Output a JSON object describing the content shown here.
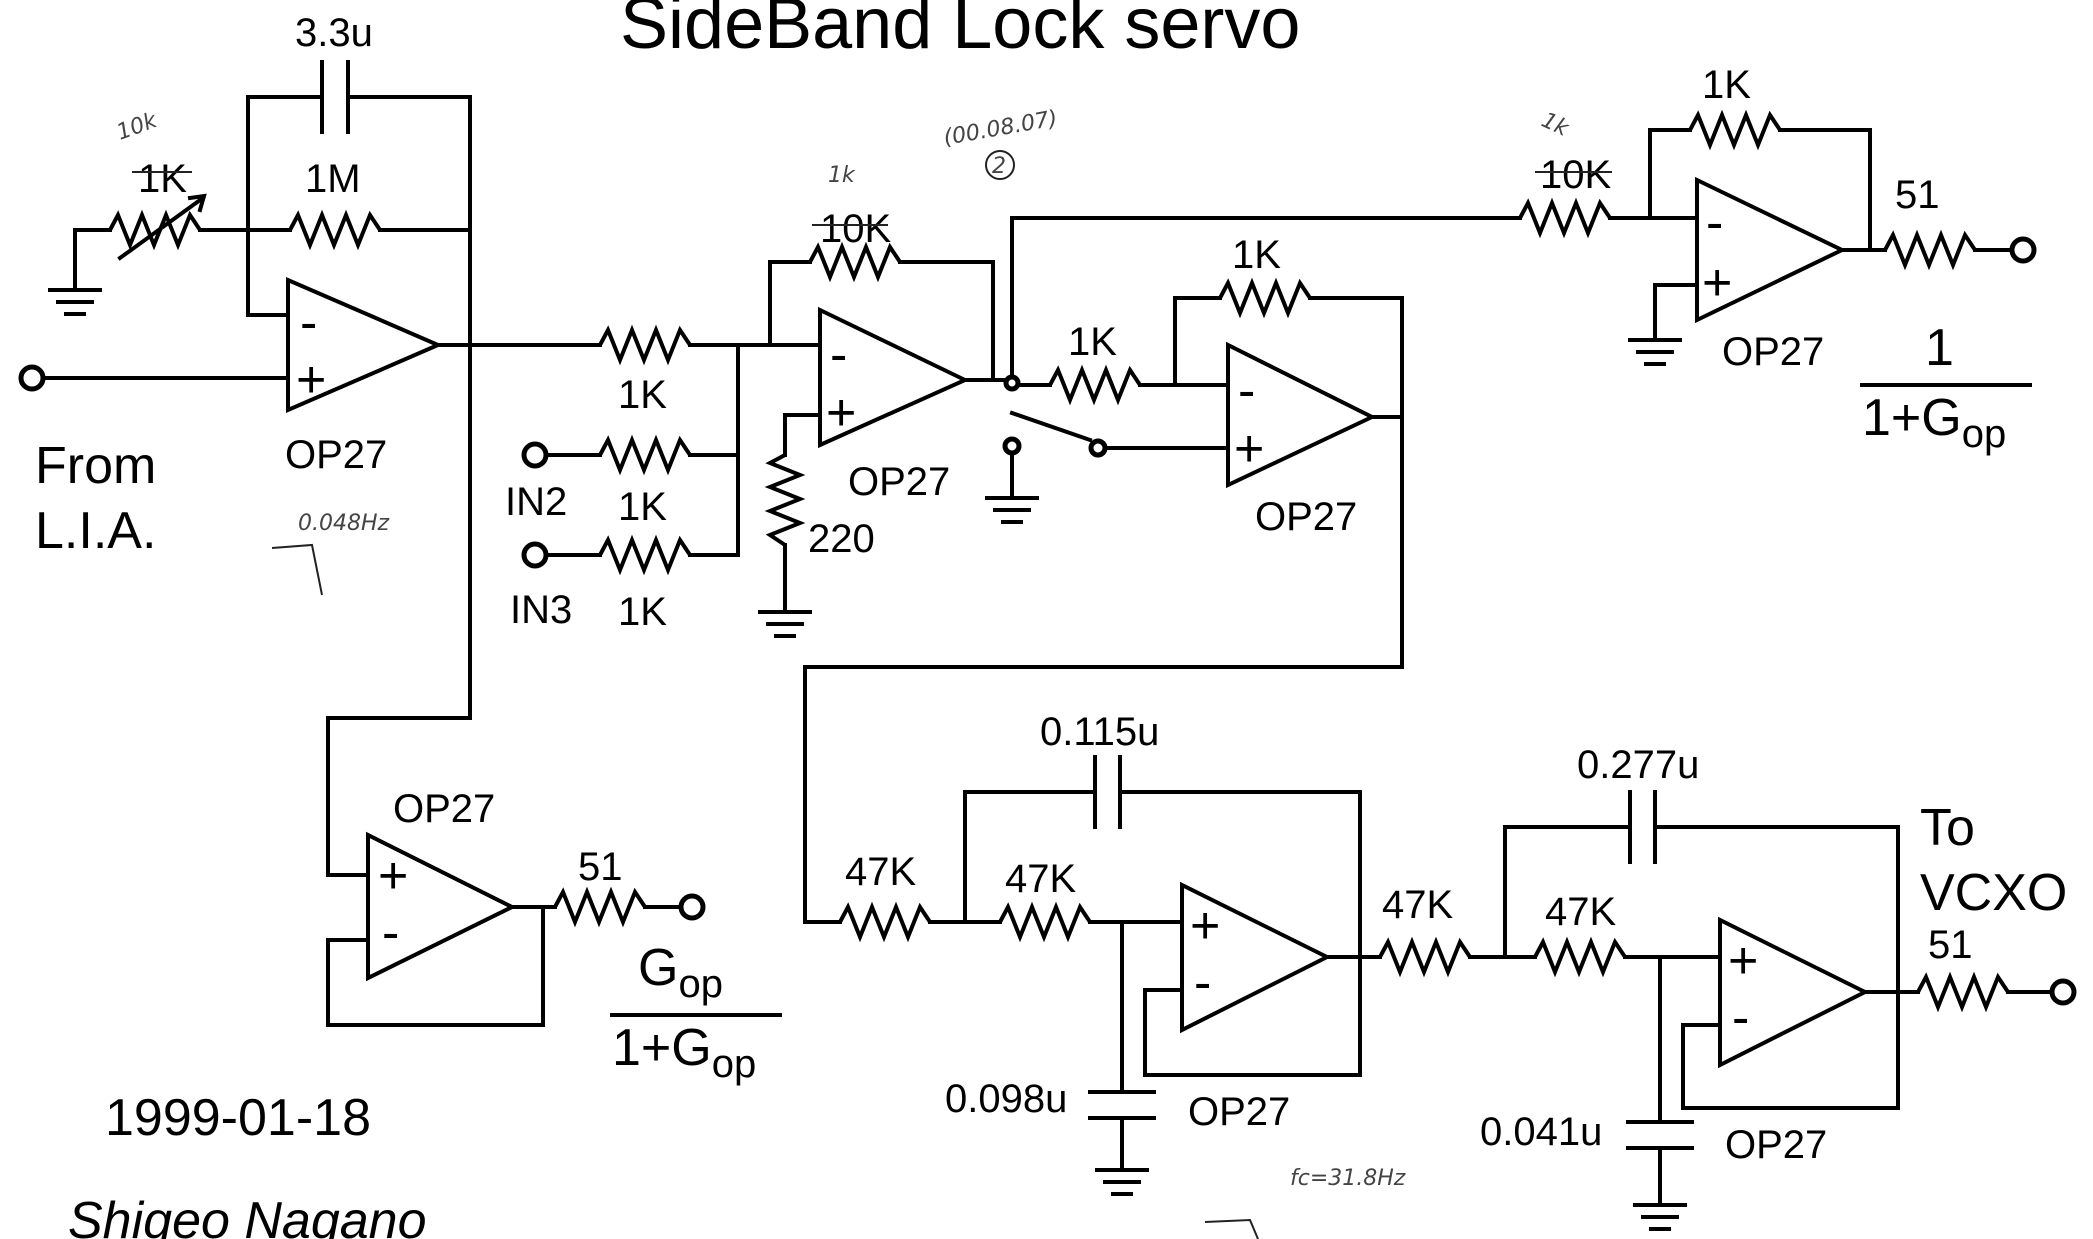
{
  "title": "SideBand Lock servo",
  "date": "1999-01-18",
  "author": "Shigeo Nagano",
  "input": {
    "label_line1": "From",
    "label_line2": "L.I.A."
  },
  "output": {
    "label_line1": "To",
    "label_line2": "VCXO"
  },
  "inputs_aux": [
    "IN2",
    "IN3"
  ],
  "opamp_model": "OP27",
  "transfer": {
    "top_numerator": "1",
    "top_denominator_base": "1+G",
    "top_denominator_sub": "op",
    "bottom_numerator_base": "G",
    "bottom_numerator_sub": "op",
    "bottom_denominator_base": "1+G",
    "bottom_denominator_sub": "op"
  },
  "components": {
    "c_3_3u": "3.3u",
    "r_1k_var": "1K",
    "r_1m": "1M",
    "r_in1": "1K",
    "r_in2": "1K",
    "r_in3": "1K",
    "r_fb2": "10K",
    "r_220": "220",
    "r_1k_a": "1K",
    "r_1k_b": "1K",
    "r_10k_top": "10K",
    "r_1k_top": "1K",
    "r_51_top": "51",
    "r_51_buf": "51",
    "c_0_115u": "0.115u",
    "r_47k_1": "47K",
    "r_47k_2": "47K",
    "c_0_098u": "0.098u",
    "c_0_277u": "0.277u",
    "r_47k_3": "47K",
    "r_47k_4": "47K",
    "c_0_041u": "0.041u",
    "r_51_out": "51"
  },
  "annotations": {
    "hand_10k": "10k",
    "hand_1k_a": "1k",
    "hand_1k_b": "1k",
    "hand_date": "(00.08.07)",
    "hand_circle": "2",
    "hand_freq": "0.048Hz",
    "hand_fc": "fc=31.8Hz"
  }
}
